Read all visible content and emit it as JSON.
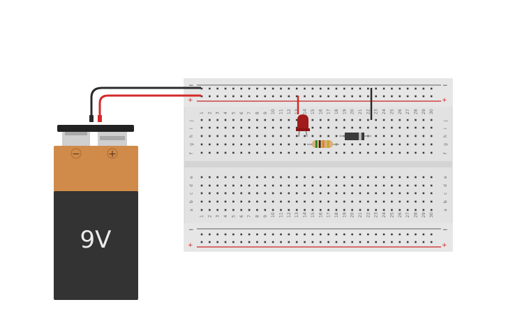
{
  "battery": {
    "label": "9V",
    "negative_symbol": "−",
    "positive_symbol": "+",
    "top_color": "#d08b4a",
    "body_color": "#333333",
    "cap_color": "#222222"
  },
  "breadboard": {
    "columns": [
      "1",
      "2",
      "3",
      "4",
      "5",
      "6",
      "7",
      "8",
      "9",
      "10",
      "11",
      "12",
      "13",
      "14",
      "15",
      "16",
      "17",
      "18",
      "19",
      "20",
      "21",
      "22",
      "23",
      "24",
      "25",
      "26",
      "27",
      "28",
      "29",
      "30"
    ],
    "top_rows": [
      "j",
      "i",
      "h",
      "g",
      "f"
    ],
    "bottom_rows": [
      "e",
      "d",
      "c",
      "b",
      "a"
    ],
    "rail_minus": "−",
    "rail_plus": "+",
    "board_color": "#e3e3e3",
    "rail_red": "#cc2222",
    "rail_black": "#222222"
  },
  "components": {
    "led_color": "#a11b1b",
    "wire_red": "#d42a2a",
    "wire_black": "#2b2b2b",
    "resistor_color": "#d8b07a",
    "diode_color": "#3a3a3a"
  }
}
